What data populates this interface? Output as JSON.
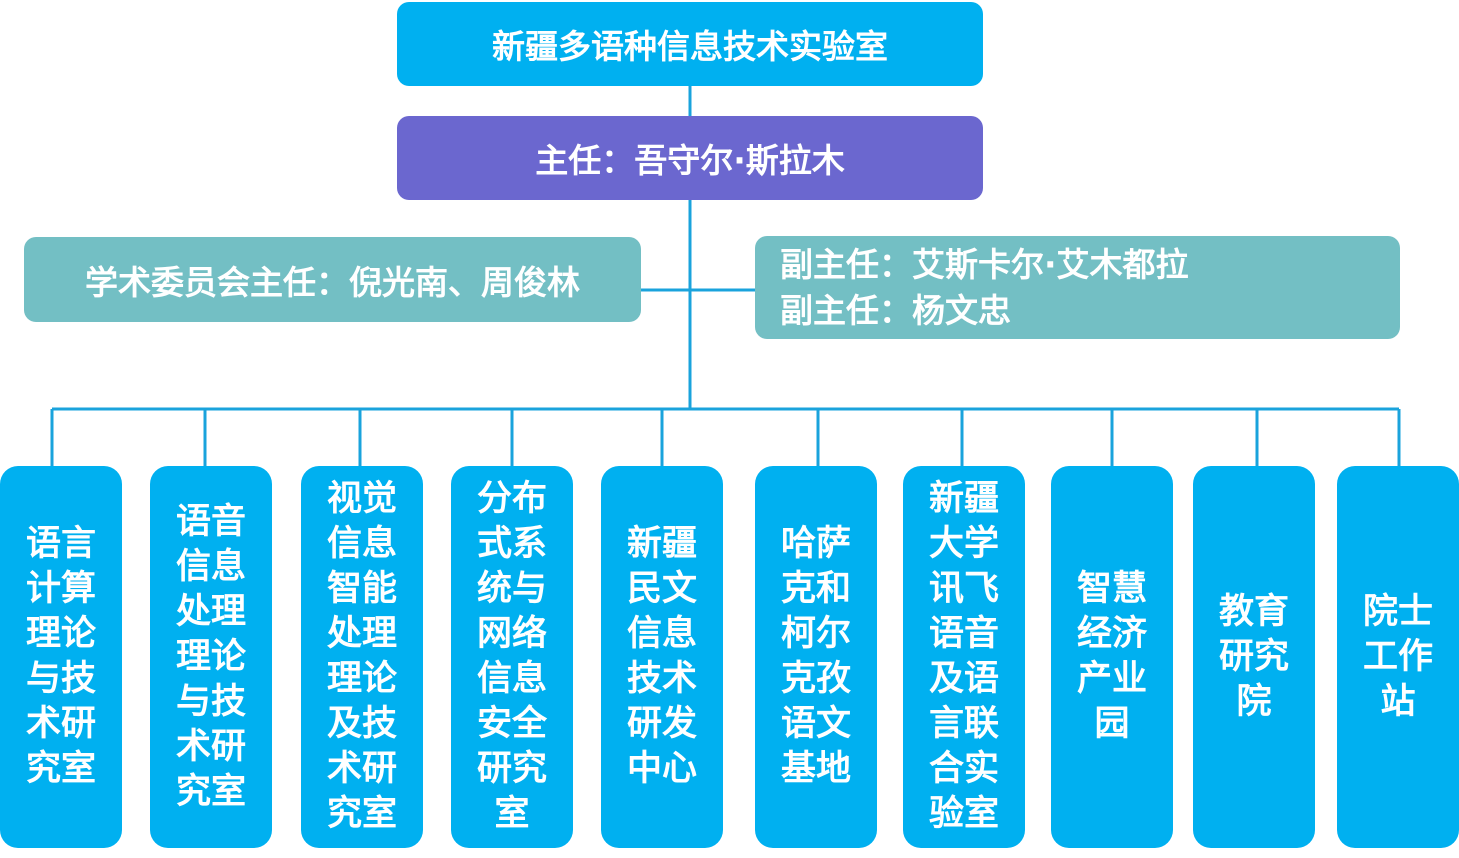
{
  "colors": {
    "blue": "#00b0f0",
    "purple": "#6b67cf",
    "teal": "#73bfc4",
    "line": "#1aa3dc"
  },
  "lab": {
    "name": "新疆多语种信息技术实验室"
  },
  "director": {
    "label": "主任：吾守尔·斯拉木"
  },
  "committee": {
    "label": "学术委员会主任：倪光南、周俊林"
  },
  "deputies": {
    "line1": "副主任：艾斯卡尔·艾木都拉",
    "line2": "副主任：杨文忠"
  },
  "units": [
    {
      "name": "语言计算理论与技术研究室"
    },
    {
      "name": "语音信息处理理论与技术研究室"
    },
    {
      "name": "视觉信息智能处理理论及技术研究室"
    },
    {
      "name": "分布式系统与网络信息安全研究室"
    },
    {
      "name": "新疆民文信息技术研发中心"
    },
    {
      "name": "哈萨克和柯尔克孜语文基地"
    },
    {
      "name": "新疆大学讯飞语音及语言联合实验室"
    },
    {
      "name": "智慧经济产业园"
    },
    {
      "name": "教育研究院"
    },
    {
      "name": "院士工作站"
    }
  ]
}
